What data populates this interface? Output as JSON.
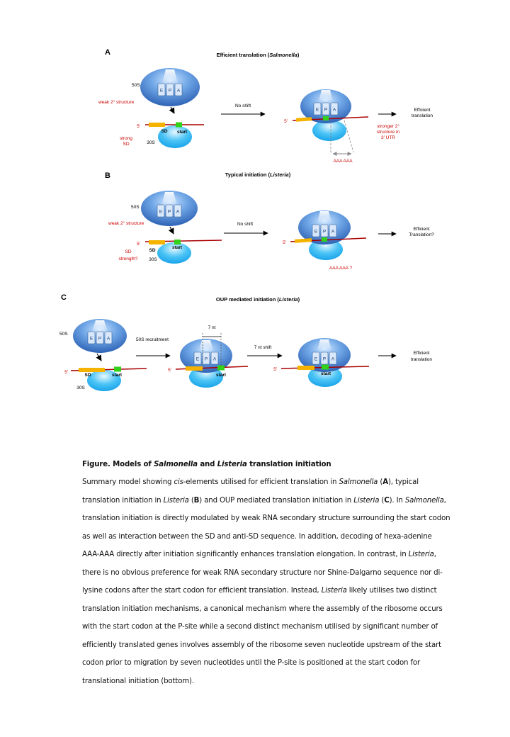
{
  "panels": [
    {
      "letter": "A",
      "title_pre": "Efficient translation (",
      "title_italic": "Salmonella",
      "title_post": ")",
      "subunit_50s": "50S",
      "subunit_30s": "30S",
      "site_labels": [
        "E",
        "P",
        "A"
      ],
      "left_note": "weak 2° structure",
      "five_prime": "5′",
      "sd_label": "SD",
      "start_label": "start",
      "sd_note_lines": [
        "strong",
        "SD"
      ],
      "arrow_label": "No shift",
      "right_note_lines": [
        "stronger 2°",
        "structure in",
        "3′ UTR"
      ],
      "aaa_label": "AAA AAA",
      "outcome_lines": [
        "Efficient",
        "translation"
      ]
    },
    {
      "letter": "B",
      "title_pre": "Typical initiation (",
      "title_italic": "Listeria",
      "title_post": ")",
      "subunit_50s": "50S",
      "subunit_30s": "30S",
      "site_labels": [
        "E",
        "P",
        "A"
      ],
      "left_note": "weak 2° structure",
      "five_prime": "5′",
      "sd_label": "SD",
      "start_label": "start",
      "sd_note_lines": [
        "SD",
        "strength?"
      ],
      "arrow_label": "No shift",
      "aaa_label": "AAA AAA ?",
      "outcome_lines": [
        "Efficient",
        "Translation?"
      ]
    },
    {
      "letter": "C",
      "title_pre": "OUP mediated initiation (",
      "title_italic": "Listeria",
      "title_post": ")",
      "subunit_50s": "50S",
      "subunit_30s": "30S",
      "site_labels": [
        "E",
        "P",
        "A"
      ],
      "five_prime": "5′",
      "sd_label": "SD",
      "start_label": "start",
      "recruit_label": "50S recruitment",
      "shift_label": "7 nt shift",
      "nt_label": "7 nt",
      "outcome_lines": [
        "Efficient",
        "translation"
      ]
    }
  ],
  "caption": {
    "title_pre": "Figure.  Models of ",
    "title_italic_1": "Salmonella",
    "title_mid": " and ",
    "title_italic_2": "Listeria",
    "title_post": " translation initiation",
    "body": [
      {
        "t": "Summary model showing "
      },
      {
        "t": "cis",
        "i": true
      },
      {
        "t": "-elements utilised for efficient translation in "
      },
      {
        "t": "Salmonella",
        "i": true
      },
      {
        "t": " ("
      },
      {
        "t": "A",
        "b": true
      },
      {
        "t": "), typical translation initiation in "
      },
      {
        "t": "Listeria",
        "i": true
      },
      {
        "t": " ("
      },
      {
        "t": "B",
        "b": true
      },
      {
        "t": ") and OUP mediated translation initiation in "
      },
      {
        "t": "Listeria",
        "i": true
      },
      {
        "t": " ("
      },
      {
        "t": "C",
        "b": true
      },
      {
        "t": "). In "
      },
      {
        "t": "Salmonella",
        "i": true
      },
      {
        "t": ", translation initiation is directly modulated by weak RNA secondary structure surrounding the start codon as well as interaction between the SD and anti-SD sequence. In addition, decoding of hexa-adenine AAA-AAA directly after initiation significantly enhances translation elongation. In contrast, in "
      },
      {
        "t": "Listeria",
        "i": true
      },
      {
        "t": ", there is no obvious preference for weak RNA secondary structure nor Shine-Dalgarno sequence nor di-lysine codons after the start codon for efficient translation. Instead, "
      },
      {
        "t": "Listeria",
        "i": true
      },
      {
        "t": " likely utilises two distinct translation initiation mechanisms, a canonical mechanism where the assembly of the ribosome occurs with the start codon at the P-site while a second distinct mechanism utilised by significant number of efficiently translated genes involves assembly of the ribosome seven nucleotide upstream of the start codon prior to migration by seven nucleotides until the P-site is positioned at the start codon for translational initiation (bottom)."
      }
    ]
  }
}
